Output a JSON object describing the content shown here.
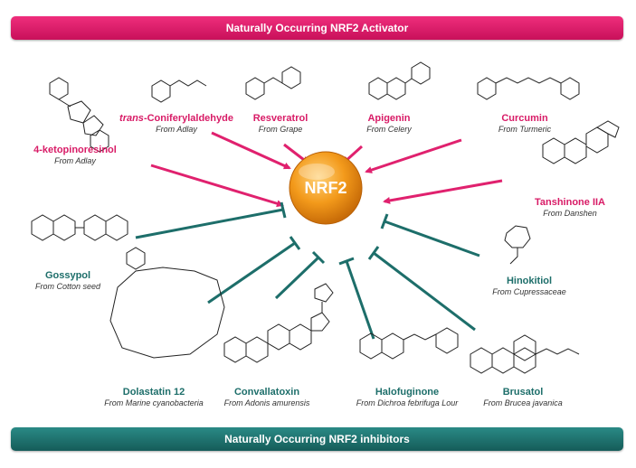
{
  "header": {
    "activators_banner": "Naturally Occurring NRF2 Activator"
  },
  "footer": {
    "inhibitors_banner": "Naturally Occurring NRF2 inhibitors"
  },
  "center": {
    "label": "NRF2",
    "color": "#f39a1b"
  },
  "colors": {
    "activator": "#e0216e",
    "inhibitor": "#1d6e6a"
  },
  "activators": [
    {
      "name": "4-ketopinoresinol",
      "source": "From Adlay"
    },
    {
      "name_prefix": "trans",
      "name": "-Coniferylaldehyde",
      "source": "From Adlay"
    },
    {
      "name": "Resveratrol",
      "source": "From Grape"
    },
    {
      "name": "Apigenin",
      "source": "From Celery"
    },
    {
      "name": "Curcumin",
      "source": "From Turmeric"
    },
    {
      "name": "Tanshinone IIA",
      "source": "From Danshen"
    }
  ],
  "inhibitors": [
    {
      "name": "Gossypol",
      "source": "From Cotton seed"
    },
    {
      "name": "Hinokitiol",
      "source": "From Cupressaceae"
    },
    {
      "name": "Dolastatin 12",
      "source": "From Marine cyanobacteria"
    },
    {
      "name": "Convallatoxin",
      "source": "From Adonis amurensis"
    },
    {
      "name": "Halofuginone",
      "source": "From Dichroa febrifuga Lour"
    },
    {
      "name": "Brusatol",
      "source": "From Brucea javanica"
    }
  ]
}
